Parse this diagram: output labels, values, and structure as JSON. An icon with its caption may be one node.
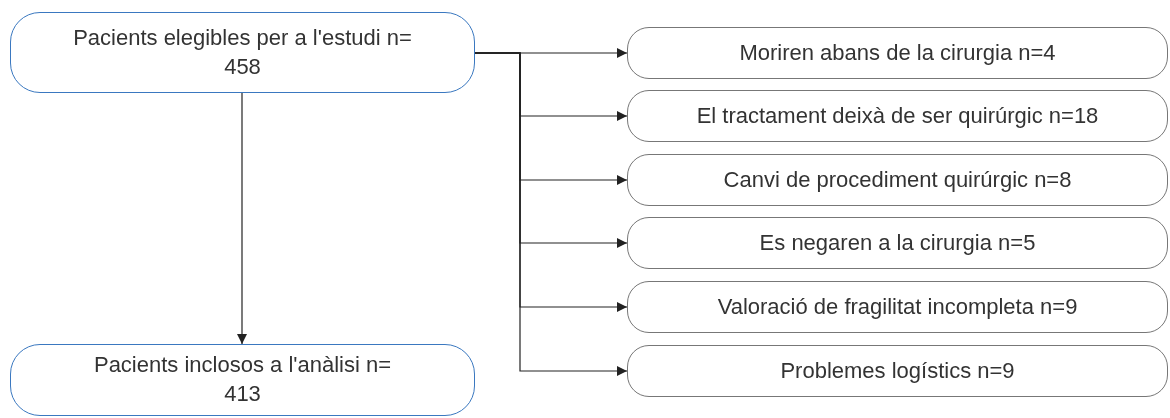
{
  "diagram": {
    "nodes": [
      {
        "text": [
          "Pacients elegibles per a l'estudi n= 458"
        ]
      },
      {
        "text": [
          "Pacients inclosos a l'anàlisi n= 413"
        ]
      },
      {
        "text": [
          "Moriren abans de la cirurgia n=4"
        ]
      },
      {
        "text": [
          "El tractament deixà de ser quirúrgic n=18"
        ]
      },
      {
        "text": [
          "Canvi de procediment quirúrgic n=8"
        ]
      },
      {
        "text": [
          "Es negaren a la cirurgia n=5"
        ]
      },
      {
        "text": [
          "Valoració de fragilitat incompleta n=9"
        ]
      },
      {
        "text": [
          "Problemes logístics n=9"
        ]
      }
    ],
    "edges": [
      {
        "from": 0,
        "to": 1,
        "arrow": "to"
      },
      {
        "from": 0,
        "to": 2,
        "arrow": "to"
      },
      {
        "from": 0,
        "to": 3,
        "arrow": "to"
      },
      {
        "from": 0,
        "to": 4,
        "arrow": "to"
      },
      {
        "from": 0,
        "to": 5,
        "arrow": "to"
      },
      {
        "from": 0,
        "to": 6,
        "arrow": "to"
      },
      {
        "from": 0,
        "to": 7,
        "arrow": "to"
      }
    ]
  }
}
